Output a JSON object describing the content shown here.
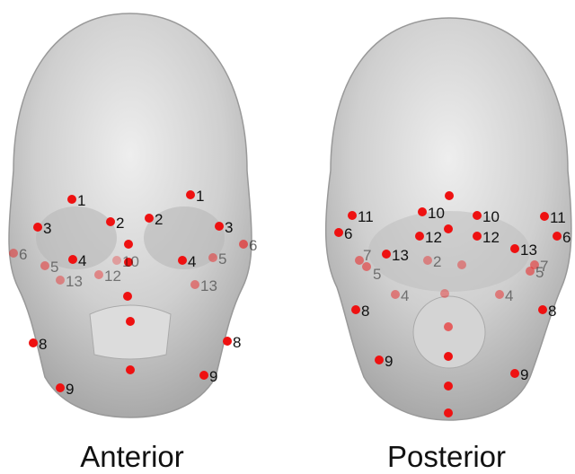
{
  "views": [
    {
      "caption": "Anterior",
      "landmarks": [
        "1",
        "1",
        "2",
        "2",
        "3",
        "3",
        "4",
        "4",
        "",
        "",
        "",
        "",
        "",
        "6",
        "6",
        "5",
        "5",
        "13",
        "13",
        "12",
        "10",
        "8",
        "8",
        "9",
        "9"
      ]
    },
    {
      "caption": "Posterior",
      "landmarks": [
        "11",
        "11",
        "10",
        "10",
        "",
        "6",
        "6",
        "12",
        "12",
        "",
        "13",
        "13",
        "7",
        "7",
        "5",
        "5",
        "2",
        "",
        "4",
        "4",
        "",
        "8",
        "8",
        "9",
        "9",
        "",
        "",
        "",
        ""
      ]
    }
  ],
  "colors": {
    "landmark": "#ee1111",
    "bone": "#c8c8c8",
    "label": "#111111"
  }
}
